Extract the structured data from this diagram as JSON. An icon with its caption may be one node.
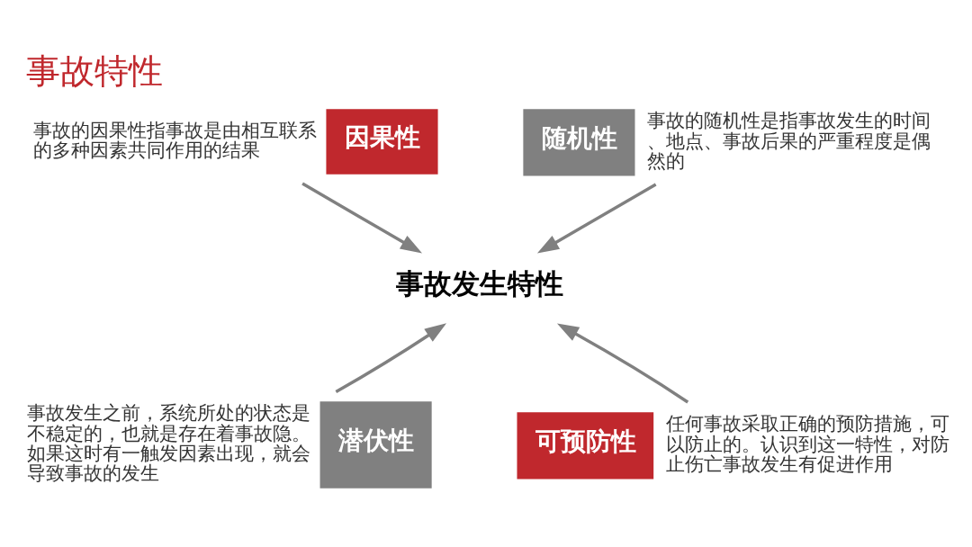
{
  "diagram": {
    "title": "事故特性",
    "nodes": [
      {
        "text": [
          "因果性"
        ],
        "beside": [
          "事故的因果性指事故是由相互联系的多种因素共同作用的结果"
        ]
      },
      {
        "text": [
          "随机性"
        ],
        "beside": [
          "事故的随机性是指事故发生的时间、地点、事故后果的严重程度是偶然的"
        ]
      },
      {
        "text": [
          "事故发生特性"
        ]
      },
      {
        "text": [
          "潜伏性"
        ],
        "beside": [
          "事故发生之前，系统所处的状态是不稳定的，也就是存在着事故隐。如果这时有一触发因素出现，就会导致事故的发生"
        ]
      },
      {
        "text": [
          "可预防性"
        ],
        "beside": [
          "任何事故采取正确的预防措施，可以防止的。认识到这一特性，对防止伤亡事故发生有促进作用"
        ]
      }
    ],
    "edges": [
      {
        "from": 0,
        "to": 2,
        "arrow": "to"
      },
      {
        "from": 1,
        "to": 2,
        "arrow": "to"
      },
      {
        "from": 3,
        "to": 2,
        "arrow": "to"
      },
      {
        "from": 4,
        "to": 2,
        "arrow": "to"
      }
    ]
  }
}
